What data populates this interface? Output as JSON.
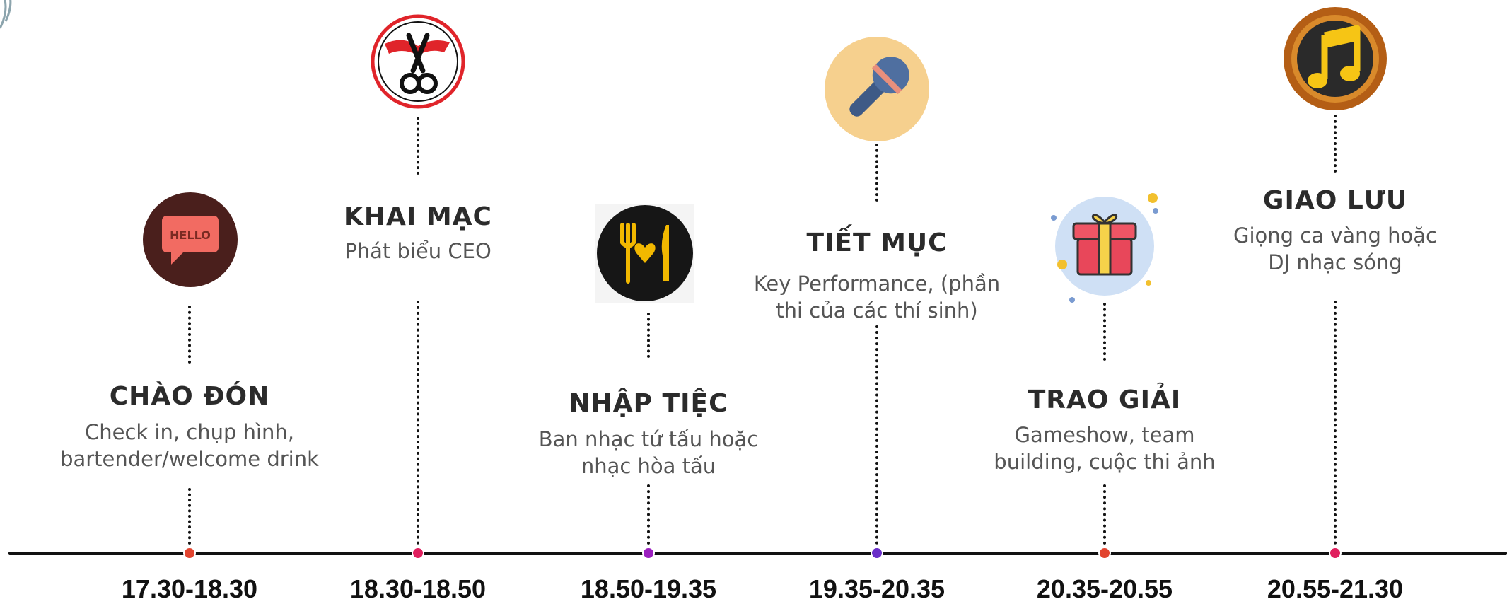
{
  "colors": {
    "line": "#111111",
    "dot_red": "#e2442f",
    "dot_pink": "#e01f5e",
    "dot_purple": "#9b1fbf",
    "dot_violet": "#6a2fc9"
  },
  "stages": [
    {
      "title": "CHÀO ĐÓN",
      "desc": "Check in, chụp hình,\nbartender/welcome drink",
      "time": "17.30-18.30",
      "icon": "hello-speech-bubble-icon",
      "dot_color": "#e2442f"
    },
    {
      "title": "KHAI MẠC",
      "desc": "Phát biểu CEO",
      "time": "18.30-18.50",
      "icon": "ribbon-scissors-icon",
      "dot_color": "#e01f5e"
    },
    {
      "title": "NHẬP TIỆC",
      "desc": "Ban nhạc tứ tấu hoặc\nnhạc hòa tấu",
      "time": "18.50-19.35",
      "icon": "fork-heart-knife-icon",
      "dot_color": "#9b1fbf"
    },
    {
      "title": "TIẾT MỤC",
      "desc": "Key Performance, (phần\nthi của các thí sinh)",
      "time": "19.35-20.35",
      "icon": "microphone-icon",
      "dot_color": "#6a2fc9"
    },
    {
      "title": "TRAO GIẢI",
      "desc": "Gameshow, team\nbuilding, cuộc thi ảnh",
      "time": "20.35-20.55",
      "icon": "gift-box-icon",
      "dot_color": "#e2442f"
    },
    {
      "title": "GIAO LƯU",
      "desc": "Giọng ca vàng hoặc\nDJ nhạc sóng",
      "time": "20.55-21.30",
      "icon": "music-note-icon",
      "dot_color": "#e01f5e"
    }
  ]
}
